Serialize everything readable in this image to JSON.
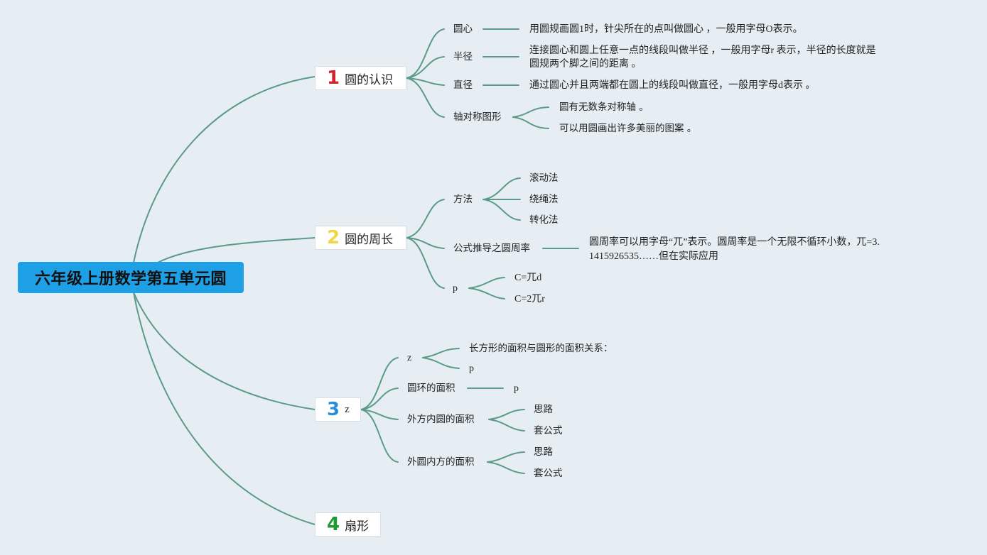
{
  "colors": {
    "background": "#e6eef3",
    "root_fill": "#1ea0e6",
    "link": "#5b9a89",
    "num1": "#d6202c",
    "num2": "#f2d649",
    "num3": "#2a8fd8",
    "num4": "#1f9a35"
  },
  "root": {
    "label": "六年级上册数学第五单元圆"
  },
  "branches": [
    {
      "num": "1",
      "label": "圆的认识",
      "children": [
        {
          "label": "圆心",
          "desc": "用圆规画圆1时，针尖所在的点叫做圆心 ，一般用字母O表示。"
        },
        {
          "label": "半径",
          "desc": "连接圆心和圆上任意一点的线段叫做半径 ，一般用字母r 表示，半径的长度就是圆规两个脚之间的距离 。"
        },
        {
          "label": "直径",
          "desc": "通过圆心并且两端都在圆上的线段叫做直径，一般用字母d表示 。"
        },
        {
          "label": "轴对称图形",
          "items": [
            "圆有无数条对称轴 。",
            "可以用圆画出许多美丽的图案 。"
          ]
        }
      ]
    },
    {
      "num": "2",
      "label": "圆的周长",
      "children": [
        {
          "label": "方法",
          "items": [
            "滚动法",
            "绕绳法",
            "转化法"
          ]
        },
        {
          "label": "公式推导之圆周率",
          "desc_line1": "圆周率可以用字母“兀”表示。圆周率是一个无限不循环小数，兀=3.",
          "desc_line2": "1415926535……但在实际应用"
        },
        {
          "label": "p",
          "items": [
            "C=兀d",
            "C=2兀r"
          ]
        }
      ]
    },
    {
      "num": "3",
      "label": "z",
      "children": [
        {
          "label": "z",
          "items": [
            "长方形的面积与圆形的面积关系：",
            "p"
          ]
        },
        {
          "label": "圆环的面积",
          "desc": "p"
        },
        {
          "label": "外方内圆的面积",
          "items": [
            "思路",
            "套公式"
          ]
        },
        {
          "label": "外圆内方的面积",
          "items": [
            "思路",
            "套公式"
          ]
        }
      ]
    },
    {
      "num": "4",
      "label": "扇形"
    }
  ]
}
